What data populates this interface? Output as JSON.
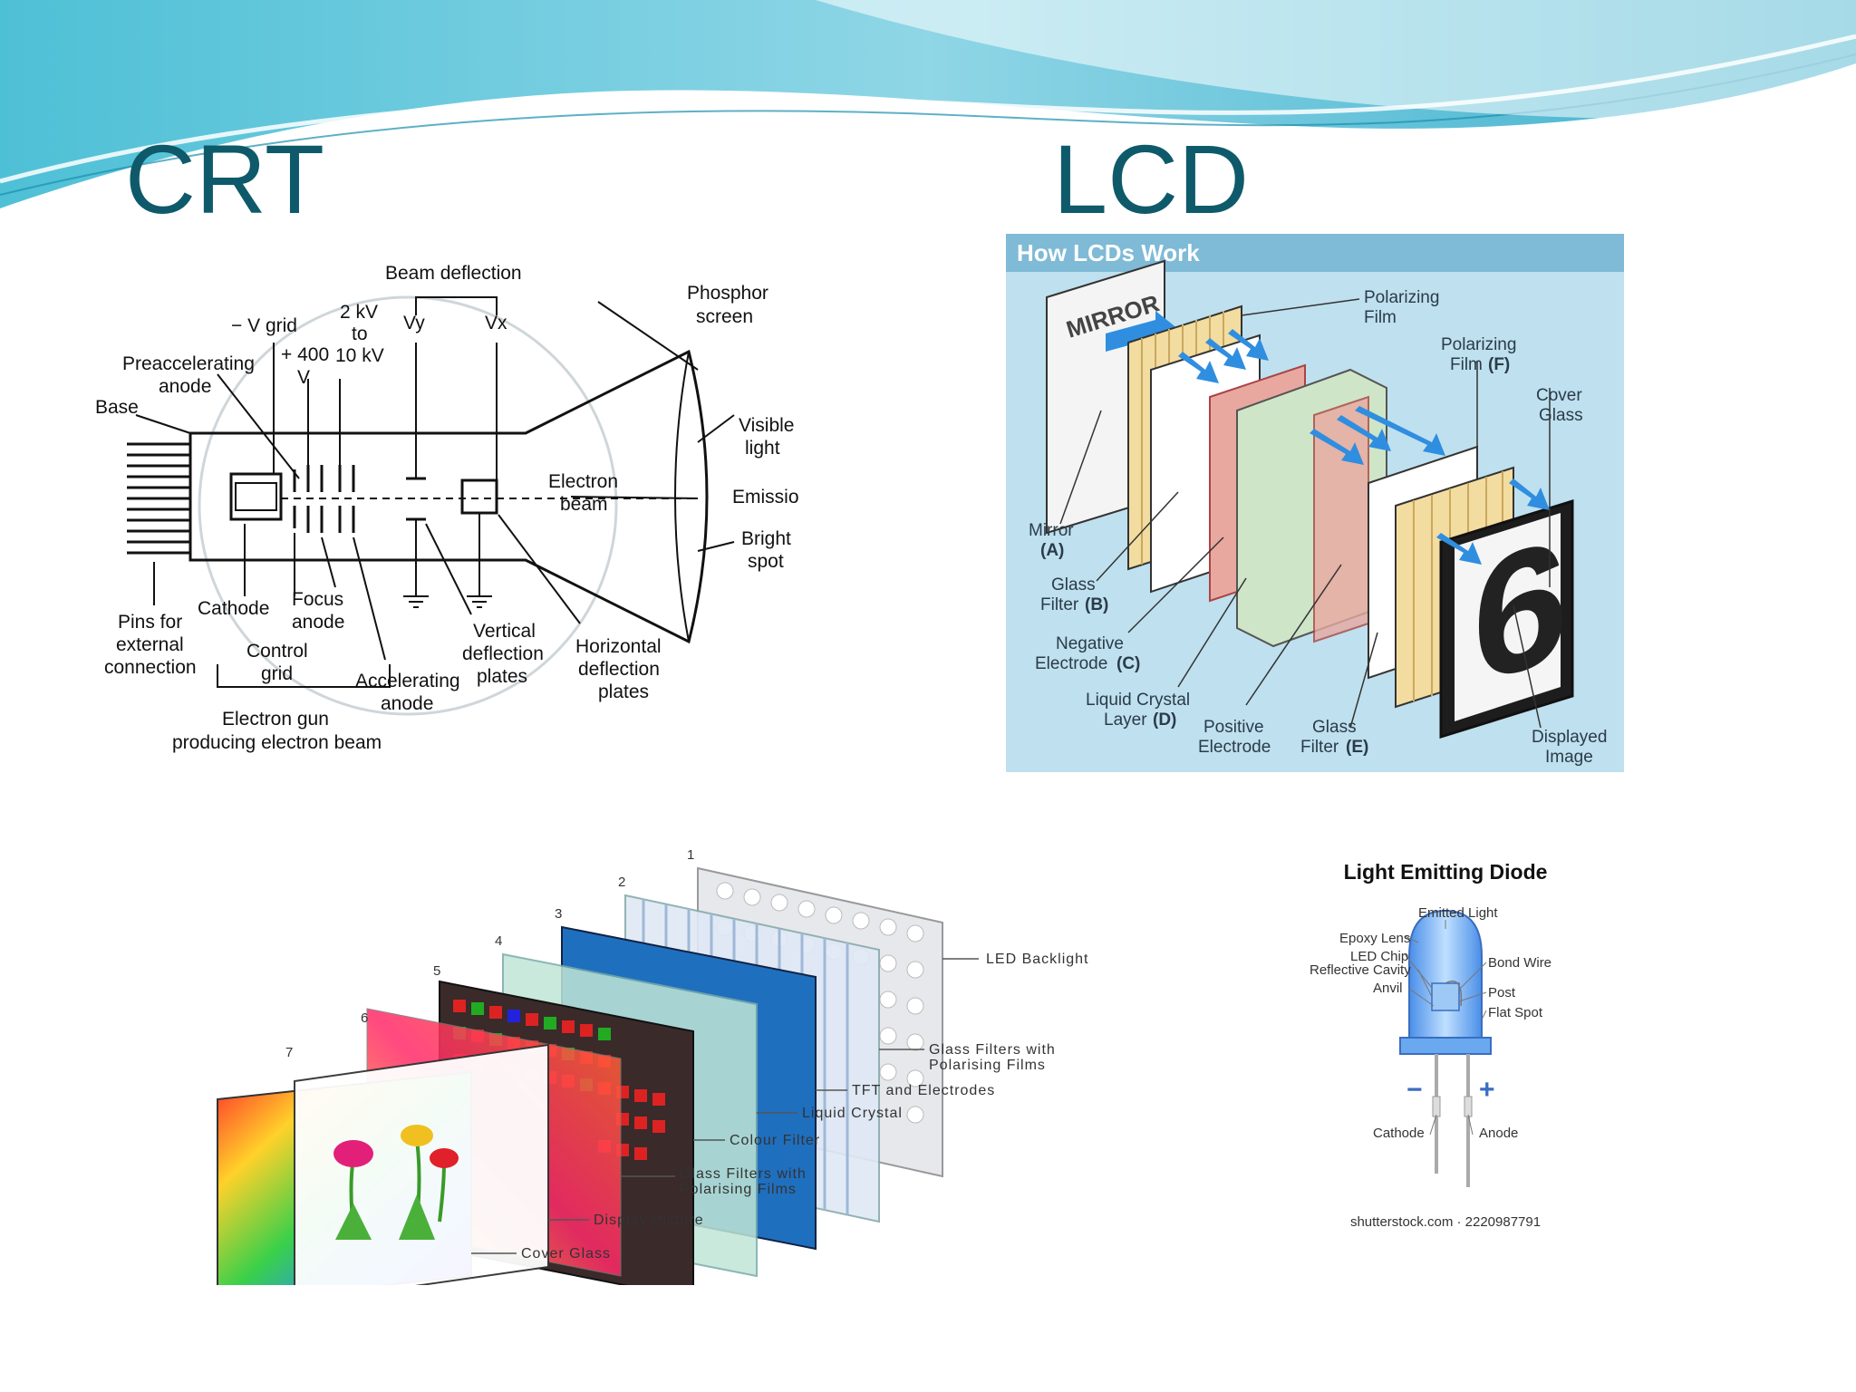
{
  "slide": {
    "title_left": "CRT",
    "title_right": "LCD"
  },
  "crt": {
    "labels": {
      "beam_deflection": "Beam deflection",
      "phosphor_screen_1": "Phosphor",
      "phosphor_screen_2": "screen",
      "v_grid": "− V grid",
      "kv2_1": "2 kV",
      "kv2_2": "to",
      "kv2_3": "10 kV",
      "vy": "Vy",
      "vx": "Vx",
      "v400_1": "+ 400",
      "v400_2": "V",
      "preaccel_1": "Preaccelerating",
      "preaccel_2": "anode",
      "base": "Base",
      "visible_1": "Visible",
      "visible_2": "light",
      "electron_1": "Electron",
      "electron_2": "beam",
      "emission": "Emissio",
      "bright_1": "Bright",
      "bright_2": "spot",
      "cathode": "Cathode",
      "focus_1": "Focus",
      "focus_2": "anode",
      "pins_1": "Pins for",
      "pins_2": "external",
      "pins_3": "connection",
      "control_1": "Control",
      "control_2": "grid",
      "accel_1": "Accelerating",
      "accel_2": "anode",
      "vert_1": "Vertical",
      "vert_2": "deflection",
      "vert_3": "plates",
      "horiz_1": "Horizontal",
      "horiz_2": "deflection",
      "horiz_3": "plates",
      "gun_1": "Electron gun",
      "gun_2": "producing electron beam"
    }
  },
  "lcd": {
    "header": "How LCDs Work",
    "mirror_text": "MIRROR",
    "digit": "6",
    "labels": {
      "pol_film_1": "Polarizing",
      "pol_film_2": "Film",
      "pol_film_f_1": "Polarizing",
      "pol_film_f_2": "Film",
      "pol_film_f_3": "(F)",
      "cover_1": "Cover",
      "cover_2": "Glass",
      "mirror_1": "Mirror",
      "mirror_2": "(A)",
      "glass_b_1": "Glass",
      "glass_b_2": "Filter",
      "glass_b_3": "(B)",
      "neg_1": "Negative",
      "neg_2": "Electrode",
      "neg_3": "(C)",
      "lc_1": "Liquid Crystal",
      "lc_2": "Layer",
      "lc_3": "(D)",
      "pos_1": "Positive",
      "pos_2": "Electrode",
      "glass_e_1": "Glass",
      "glass_e_2": "Filter",
      "glass_e_3": "(E)",
      "disp_1": "Displayed",
      "disp_2": "Image"
    }
  },
  "layers": {
    "numbers": [
      "1",
      "2",
      "3",
      "4",
      "5",
      "6",
      "7"
    ],
    "labels": {
      "led_backlight": "LED Backlight",
      "glass_pol_1": "Glass Filters with",
      "glass_pol_2": "Polarising Films",
      "tft": "TFT and Electrodes",
      "lc": "Liquid Crystal",
      "colour": "Colour Filter",
      "glass_pol2_1": "Glass Filters with",
      "glass_pol2_2": "Polarising Films",
      "display": "Display Picture",
      "cover": "Cover Glass"
    }
  },
  "led": {
    "title": "Light Emitting Diode",
    "labels": {
      "emitted": "Emitted Light",
      "epoxy": "Epoxy Lens",
      "chip": "LED Chip",
      "reflective": "Reflective Cavity",
      "anvil": "Anvil",
      "bond": "Bond Wire",
      "post": "Post",
      "flat": "Flat Spot",
      "minus": "−",
      "plus": "+",
      "cathode": "Cathode",
      "anode": "Anode"
    },
    "credit": "shutterstock.com · 2220987791"
  },
  "colors": {
    "title": "#0e5a6b",
    "wave_dark": "#2aa8c4",
    "wave_light": "#8fd8e6",
    "lcd_bg": "#bfe0ee",
    "led_blue": "#7fb8f0"
  }
}
